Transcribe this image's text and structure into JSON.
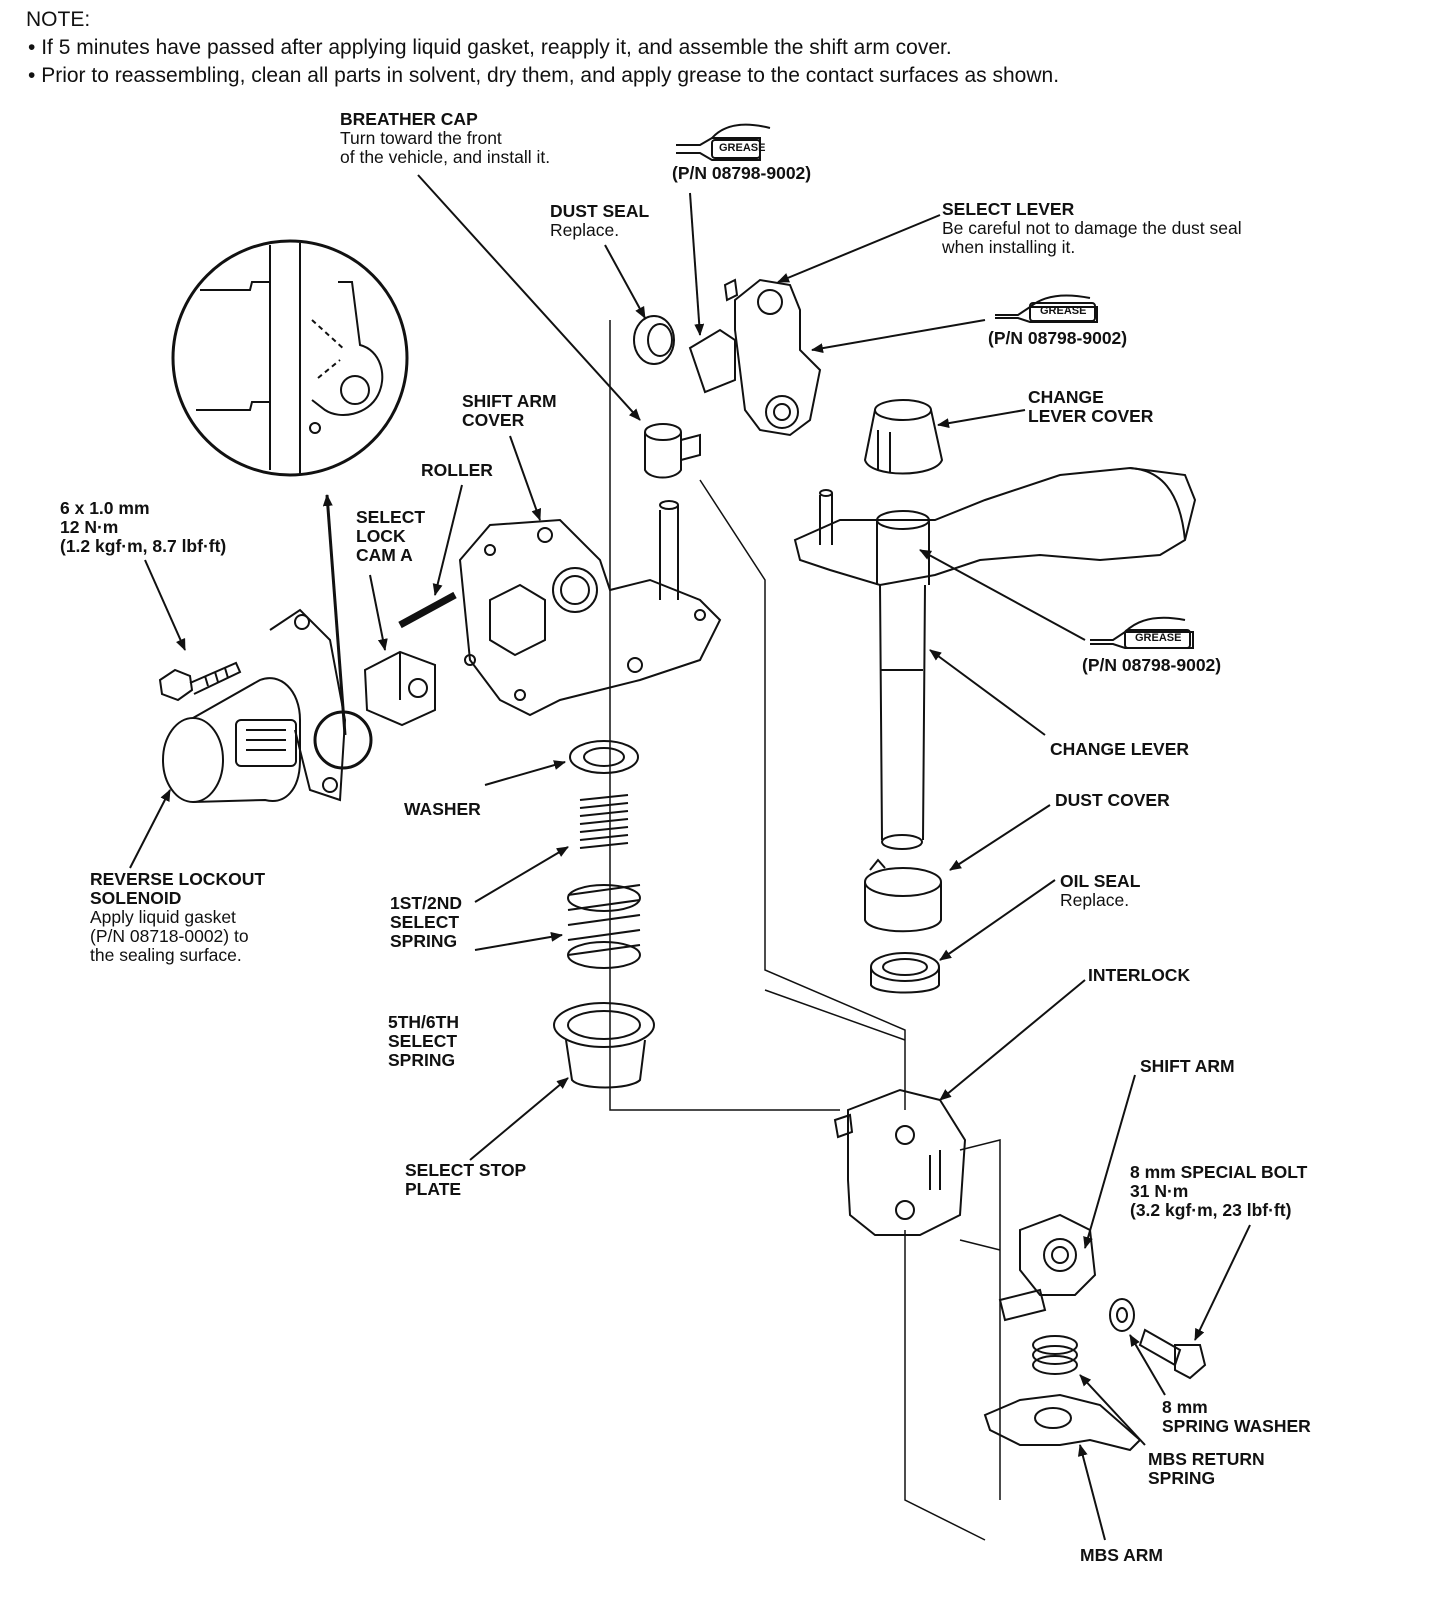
{
  "note": {
    "title": "NOTE:",
    "items": [
      "If 5 minutes have passed after applying liquid gasket, reapply it, and assemble the shift arm cover.",
      "Prior to reassembling, clean all parts in solvent, dry them, and apply grease to the contact surfaces as shown."
    ]
  },
  "labels": {
    "breather_cap": {
      "title": "BREATHER CAP",
      "sub1": "Turn toward the front",
      "sub2": "of the vehicle, and install it."
    },
    "dust_seal": {
      "title": "DUST SEAL",
      "sub": "Replace."
    },
    "select_lever": {
      "title": "SELECT LEVER",
      "sub1": "Be careful not to damage the dust seal",
      "sub2": "when installing it."
    },
    "change_lever_cover": {
      "line1": "CHANGE",
      "line2": "LEVER COVER"
    },
    "shift_arm_cover": {
      "line1": "SHIFT ARM",
      "line2": "COVER"
    },
    "roller": "ROLLER",
    "bolt_6mm": {
      "line1": "6 x 1.0 mm",
      "line2": "12 N·m",
      "line3": "(1.2 kgf·m, 8.7 lbf·ft)"
    },
    "select_lock_cam": {
      "line1": "SELECT",
      "line2": "LOCK",
      "line3": "CAM A"
    },
    "change_lever": "CHANGE LEVER",
    "dust_cover": "DUST COVER",
    "washer": "WASHER",
    "reverse_lockout": {
      "line1": "REVERSE LOCKOUT",
      "line2": "SOLENOID",
      "sub1": "Apply liquid gasket",
      "sub2": "(P/N 08718-0002) to",
      "sub3": "the sealing surface."
    },
    "select_spring_12": {
      "line1": "1ST/2ND",
      "line2": "SELECT",
      "line3": "SPRING"
    },
    "oil_seal": {
      "title": "OIL SEAL",
      "sub": "Replace."
    },
    "interlock": "INTERLOCK",
    "select_spring_56": {
      "line1": "5TH/6TH",
      "line2": "SELECT",
      "line3": "SPRING"
    },
    "shift_arm": "SHIFT ARM",
    "select_stop_plate": {
      "line1": "SELECT STOP",
      "line2": "PLATE"
    },
    "special_bolt": {
      "line1": "8 mm SPECIAL BOLT",
      "line2": "31 N·m",
      "line3": "(3.2 kgf·m, 23 lbf·ft)"
    },
    "spring_washer": {
      "line1": "8 mm",
      "line2": "SPRING WASHER"
    },
    "mbs_return_spring": {
      "line1": "MBS RETURN",
      "line2": "SPRING"
    },
    "mbs_arm": "MBS ARM"
  },
  "grease": {
    "word": "GREASE",
    "part_number": "(P/N 08798-9002)"
  }
}
